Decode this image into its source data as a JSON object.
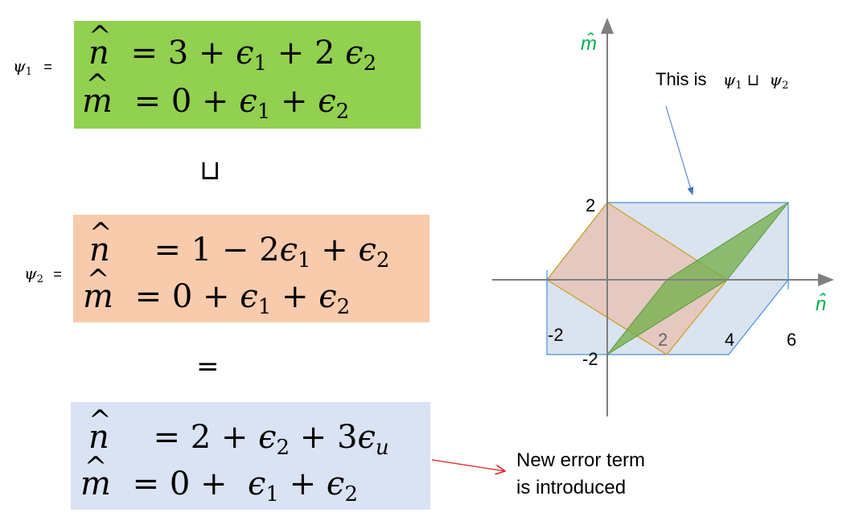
{
  "psi1": {
    "label_symbol": "ψ",
    "label_index": "1",
    "equals": "=",
    "box_color": "#92d050",
    "row1": {
      "var": "n",
      "rhs_start": "= 3 + ",
      "eps1": "ϵ",
      "eps1_sub": "1",
      "mid": " + 2 ",
      "eps2": "ϵ",
      "eps2_sub": "2"
    },
    "row2": {
      "var": "m",
      "rhs_start": "= 0 + ",
      "eps1": "ϵ",
      "eps1_sub": "1",
      "mid": " + ",
      "eps2": "ϵ",
      "eps2_sub": "2"
    }
  },
  "join_symbol": "⊔",
  "psi2": {
    "label_symbol": "ψ",
    "label_index": "2",
    "equals": "=",
    "box_color": "#f8cbad",
    "row1": {
      "var": "n",
      "rhs_start": "= 1 − 2",
      "eps1": "ϵ",
      "eps1_sub": "1",
      "mid": " + ",
      "eps2": "ϵ",
      "eps2_sub": "2"
    },
    "row2": {
      "var": "m",
      "rhs_start": "= 0 + ",
      "eps1": "ϵ",
      "eps1_sub": "1",
      "mid": " + ",
      "eps2": "ϵ",
      "eps2_sub": "2"
    }
  },
  "equals_symbol": "=",
  "result": {
    "box_color": "#dae3f3",
    "row1": {
      "var": "n",
      "rhs_start": "= 2 + ",
      "eps1": "ϵ",
      "eps1_sub": "2",
      "mid": " + 3",
      "eps2": "ϵ",
      "eps2_sub": "u"
    },
    "row2": {
      "var": "m",
      "rhs_start": "= 0 +  ",
      "eps1": "ϵ",
      "eps1_sub": "1",
      "mid": " + ",
      "eps2": "ϵ",
      "eps2_sub": "2"
    }
  },
  "annotations": {
    "new_error_line1": "New error term",
    "new_error_line2": "is introduced",
    "this_is_text": "This is",
    "this_is_psi1": "ψ",
    "this_is_psi1_sub": "1",
    "this_is_join": "⊔",
    "this_is_psi2": "ψ",
    "this_is_psi2_sub": "2"
  },
  "plot": {
    "y_axis_label": "m̂",
    "x_axis_label": "n̂",
    "axis_label_color": "#00b050",
    "tick_labels": {
      "x_neg2": "-2",
      "x_2": "2",
      "x_4": "4",
      "x_6": "6",
      "y_2": "2",
      "y_neg2": "-2"
    },
    "hull_fill": "#dae3f0",
    "hull_stroke": "#4a90d9",
    "psi1_fill": "#70ad47",
    "psi2_fill": "#e6c4b8",
    "psi2_stroke": "#c9a227",
    "arrow_blue": "#4472c4",
    "arrow_red": "#e02020"
  }
}
